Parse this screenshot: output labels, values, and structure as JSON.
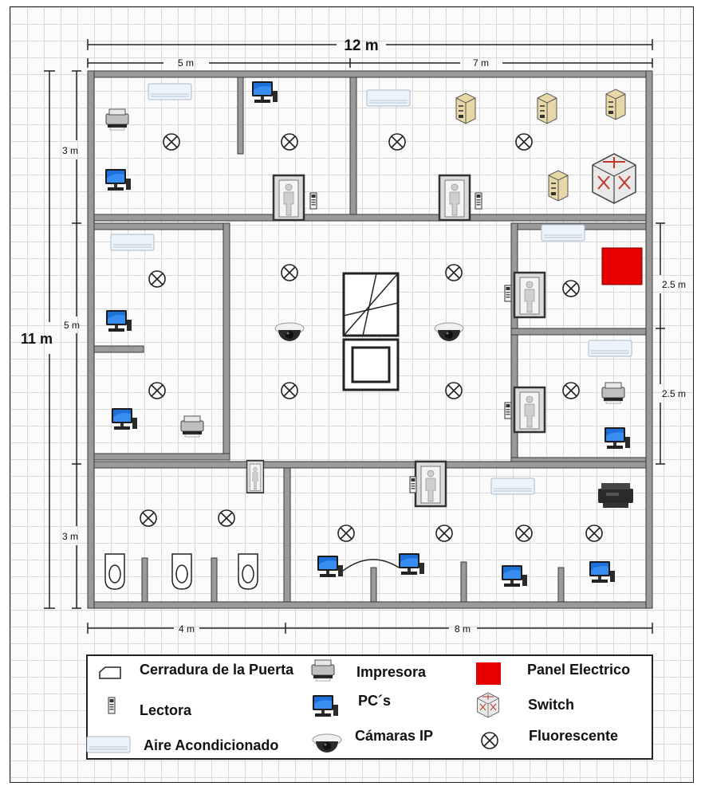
{
  "dimensions": {
    "total_width": "12 m",
    "top_left": "5 m",
    "top_right": "7 m",
    "total_height": "11 m",
    "left_top": "3 m",
    "left_mid": "5 m",
    "left_bottom": "3 m",
    "right_upper": "2.5 m",
    "right_lower": "2.5 m",
    "bottom_left": "4 m",
    "bottom_right": "8 m"
  },
  "legend": {
    "items": [
      {
        "icon": "door-lock-icon",
        "label": "Cerradura de la Puerta"
      },
      {
        "icon": "card-reader-icon",
        "label": "Lectora"
      },
      {
        "icon": "air-conditioner-icon",
        "label": "Aire Acondicionado"
      },
      {
        "icon": "printer-icon",
        "label": "Impresora"
      },
      {
        "icon": "pc-icon",
        "label": "PC´s"
      },
      {
        "icon": "ip-camera-icon",
        "label": "Cámaras IP"
      },
      {
        "icon": "electric-panel-icon",
        "label": "Panel Electrico"
      },
      {
        "icon": "switch-icon",
        "label": "Switch"
      },
      {
        "icon": "fluorescent-icon",
        "label": "Fluorescente"
      }
    ]
  },
  "colors": {
    "wall": "#9a9a9a",
    "wall_border": "#3a3a3a",
    "electric_panel": "#e60000",
    "monitor_screen": "#1e6fd9",
    "grid_line": "#d9d9d9"
  }
}
